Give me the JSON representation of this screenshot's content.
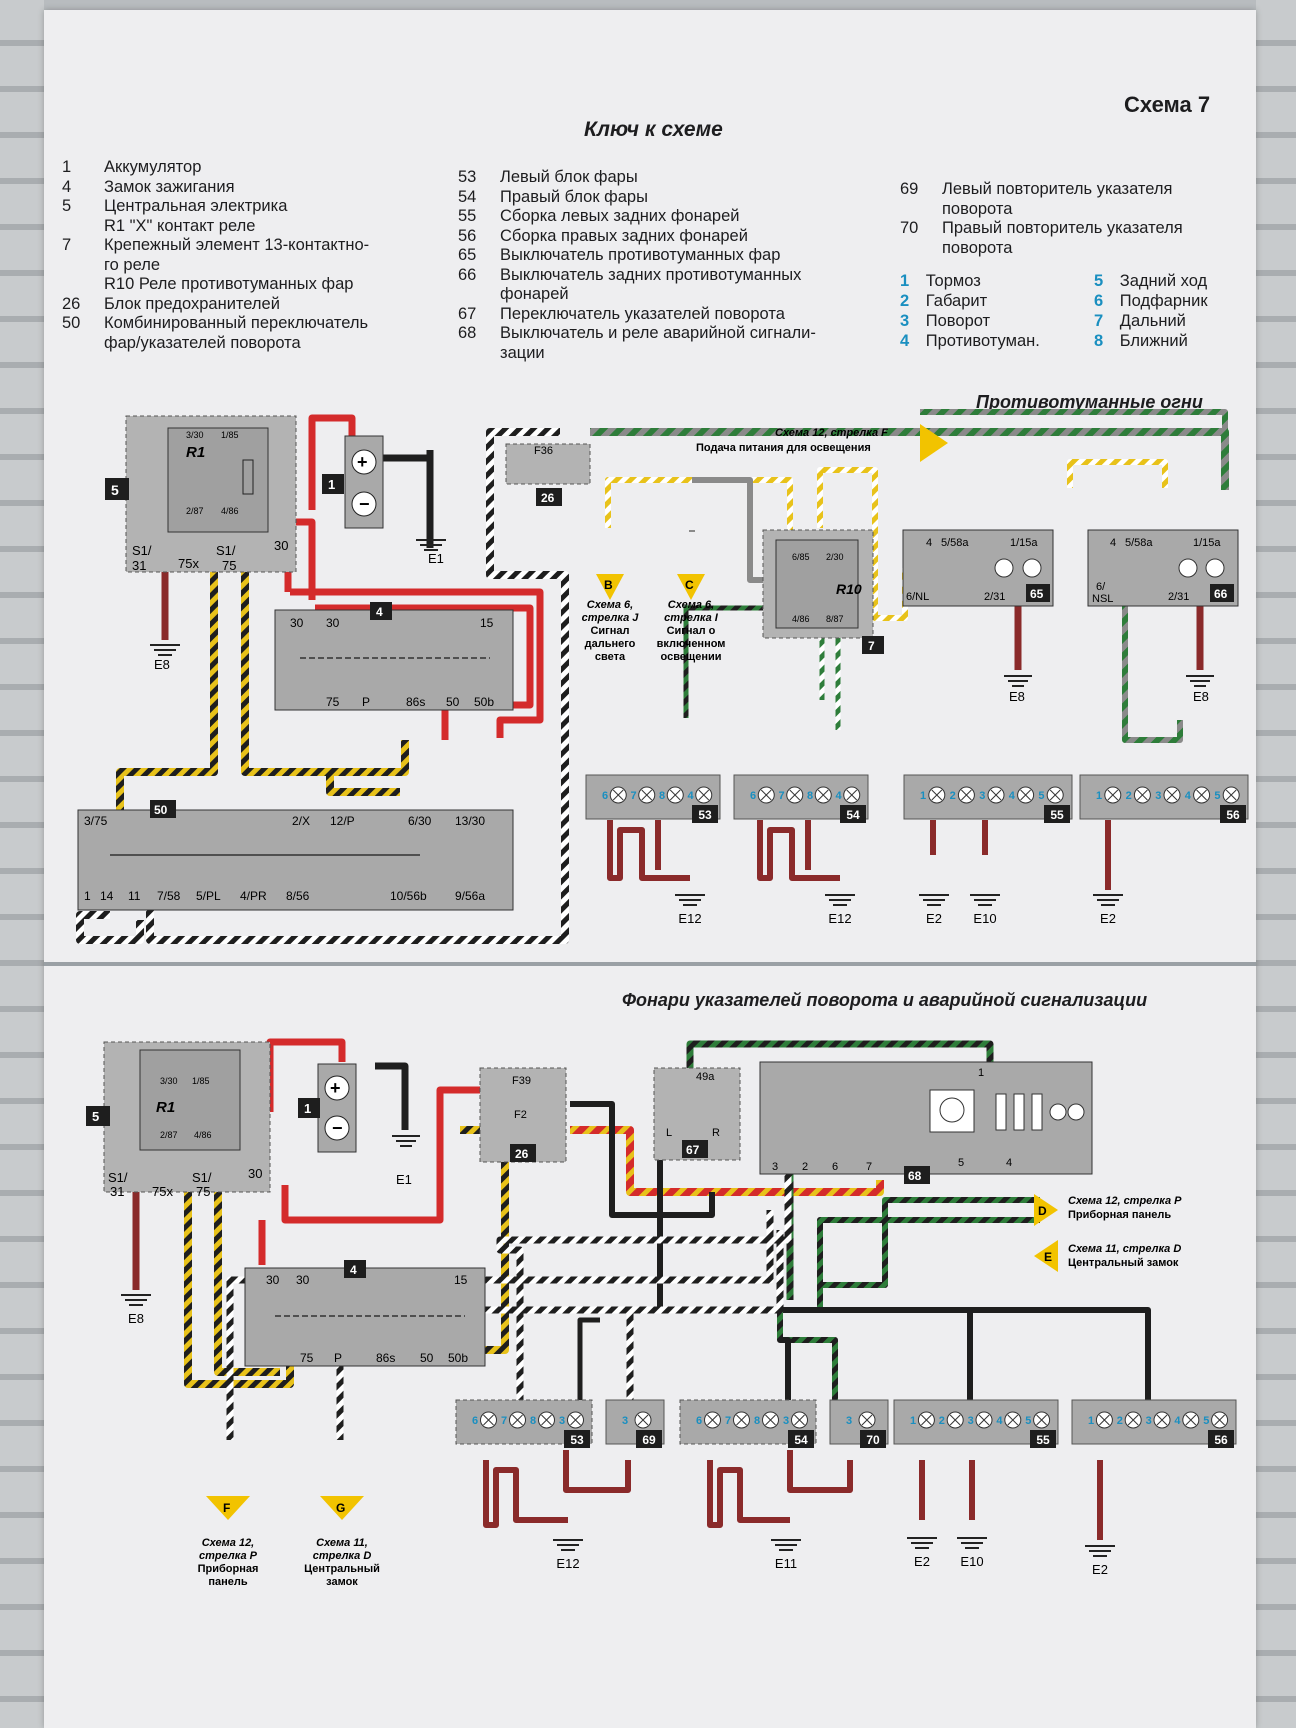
{
  "header": {
    "scheme_label": "Схема 7",
    "key_title": "Ключ к схеме"
  },
  "key": {
    "col1": [
      {
        "num": "1",
        "text": "Аккумулятор"
      },
      {
        "num": "4",
        "text": "Замок зажигания"
      },
      {
        "num": "5",
        "text": "Центральная электрика"
      },
      {
        "num": "",
        "text": "R1   \"X\" контакт реле"
      },
      {
        "num": "7",
        "text": "Крепежный элемент 13-контактно-"
      },
      {
        "num": "",
        "text": "го реле"
      },
      {
        "num": "",
        "text": "R10 Реле противотуманных фар"
      },
      {
        "num": "26",
        "text": "Блок предохранителей"
      },
      {
        "num": "50",
        "text": "Комбинированный переключатель"
      },
      {
        "num": "",
        "text": "фар/указателей поворота"
      }
    ],
    "col2": [
      {
        "num": "53",
        "text": "Левый блок фары"
      },
      {
        "num": "54",
        "text": "Правый блок фары"
      },
      {
        "num": "55",
        "text": "Сборка левых задних фонарей"
      },
      {
        "num": "56",
        "text": "Сборка правых задних фонарей"
      },
      {
        "num": "65",
        "text": "Выключатель противотуманных фар"
      },
      {
        "num": "66",
        "text": "Выключатель задних противотуманных"
      },
      {
        "num": "",
        "text": "фонарей"
      },
      {
        "num": "67",
        "text": "Переключатель указателей поворота"
      },
      {
        "num": "68",
        "text": "Выключатель и реле аварийной сигнали-"
      },
      {
        "num": "",
        "text": "зации"
      }
    ],
    "col3": [
      {
        "num": "69",
        "text": "Левый повторитель указателя"
      },
      {
        "num": "",
        "text": "поворота"
      },
      {
        "num": "70",
        "text": "Правый повторитель указателя"
      },
      {
        "num": "",
        "text": "поворота"
      }
    ],
    "bulb_legend": [
      {
        "num": "1",
        "text": "Тормоз"
      },
      {
        "num": "2",
        "text": "Габарит"
      },
      {
        "num": "3",
        "text": "Поворот"
      },
      {
        "num": "4",
        "text": "Противотуман."
      },
      {
        "num": "5",
        "text": "Задний ход"
      },
      {
        "num": "6",
        "text": "Подфарник"
      },
      {
        "num": "7",
        "text": "Дальний"
      },
      {
        "num": "8",
        "text": "Ближний"
      }
    ]
  },
  "colors": {
    "wire_red": "#d42b2b",
    "wire_black": "#1e1e1e",
    "wire_yellow": "#e8c21a",
    "wire_green": "#2e7d3a",
    "wire_grey": "#8a8a8a",
    "wire_brown": "#8a2a2a",
    "component_fill": "#a9a9a9",
    "arrow_yellow": "#f2c300",
    "legend_blue": "#1a8fc0"
  },
  "diagram1": {
    "title": "Противотуманные огни",
    "feed_note_1": "Схема 12, стрелка F",
    "feed_note_2": "Подача питания для освещения",
    "central_electrics": {
      "id": "5",
      "relay": "R1",
      "pins": [
        "3/30",
        "1/85",
        "2/87",
        "4/86"
      ],
      "terminals": [
        "S1/",
        "31",
        "75x",
        "S1/",
        "75",
        "30"
      ]
    },
    "battery": {
      "id": "1",
      "ground": "E1"
    },
    "fuse": {
      "name": "F36",
      "block": "26"
    },
    "ignition": {
      "id": "4",
      "pins_top": [
        "30",
        "30",
        "15"
      ],
      "pins_bottom": [
        "75",
        "P",
        "86s",
        "50",
        "50b"
      ]
    },
    "combo_switch": {
      "id": "50",
      "pins_top": [
        "3/75",
        "2/X",
        "12/P",
        "6/30",
        "13/30"
      ],
      "pins_bottom": [
        "1",
        "14",
        "11",
        "7/58",
        "5/PL",
        "4/PR",
        "8/56",
        "10/56b",
        "9/56a"
      ]
    },
    "relay_r10": {
      "id": "7",
      "name": "R10",
      "pins": [
        "6/85",
        "2/30",
        "4/86",
        "8/87"
      ]
    },
    "arrow_b": {
      "letter": "B",
      "lines": [
        "Схема 6,",
        "стрелка J",
        "Сигнал",
        "дальнего",
        "света"
      ]
    },
    "arrow_c": {
      "letter": "C",
      "lines": [
        "Схема 6,",
        "стрелка I",
        "Сигнал о",
        "включенном",
        "освещении"
      ]
    },
    "switch_65": {
      "id": "65",
      "pins": [
        "4",
        "5/58a",
        "1/15a",
        "6/NL",
        "2/31"
      ],
      "ground": "E8"
    },
    "switch_66": {
      "id": "66",
      "pins": [
        "4",
        "5/58a",
        "1/15a",
        "6/",
        "NSL",
        "2/31"
      ],
      "ground": "E8"
    },
    "lamps": [
      {
        "id": "53",
        "bulbs": [
          "6",
          "7",
          "8",
          "4"
        ],
        "ground": "E12"
      },
      {
        "id": "54",
        "bulbs": [
          "6",
          "7",
          "8",
          "4"
        ],
        "ground": "E12"
      },
      {
        "id": "55",
        "bulbs": [
          "1",
          "2",
          "3",
          "4",
          "5"
        ],
        "grounds": [
          "E2",
          "E10"
        ]
      },
      {
        "id": "56",
        "bulbs": [
          "1",
          "2",
          "3",
          "4",
          "5"
        ],
        "ground": "E2"
      }
    ],
    "ground_central": "E8"
  },
  "diagram2": {
    "title": "Фонари указателей поворота и аварийной сигнализации",
    "central_electrics": {
      "id": "5",
      "relay": "R1",
      "pins": [
        "3/30",
        "1/85",
        "2/87",
        "4/86"
      ],
      "terminals": [
        "S1/",
        "31",
        "75x",
        "S1/",
        "75",
        "30"
      ]
    },
    "battery": {
      "id": "1",
      "ground": "E1"
    },
    "fuses": {
      "names": [
        "F39",
        "F2"
      ],
      "block": "26"
    },
    "ignition": {
      "id": "4",
      "pins_top": [
        "30",
        "30",
        "15"
      ],
      "pins_bottom": [
        "75",
        "P",
        "86s",
        "50",
        "50b"
      ]
    },
    "turn_switch": {
      "id": "67",
      "pins": [
        "49a",
        "L",
        "R"
      ]
    },
    "hazard": {
      "id": "68",
      "pins": [
        "1",
        "3",
        "2",
        "6",
        "7",
        "5",
        "4"
      ]
    },
    "arrow_d": {
      "letter": "D",
      "lines": [
        "Схема 12, стрелка P",
        "Приборная панель"
      ]
    },
    "arrow_e": {
      "letter": "E",
      "lines": [
        "Схема 11, стрелка D",
        "Центральный замок"
      ]
    },
    "arrow_f": {
      "letter": "F",
      "lines": [
        "Схема 12,",
        "стрелка P",
        "Приборная",
        "панель"
      ]
    },
    "arrow_g": {
      "letter": "G",
      "lines": [
        "Схема 11,",
        "стрелка D",
        "Центральный",
        "замок"
      ]
    },
    "lamps": [
      {
        "id": "53",
        "bulbs": [
          "6",
          "7",
          "8",
          "3"
        ]
      },
      {
        "id": "69",
        "bulbs": [
          "3"
        ]
      },
      {
        "id": "54",
        "bulbs": [
          "6",
          "7",
          "8",
          "3"
        ]
      },
      {
        "id": "70",
        "bulbs": [
          "3"
        ]
      },
      {
        "id": "55",
        "bulbs": [
          "1",
          "2",
          "3",
          "4",
          "5"
        ]
      },
      {
        "id": "56",
        "bulbs": [
          "1",
          "2",
          "3",
          "4",
          "5"
        ]
      }
    ],
    "grounds": [
      "E8",
      "E12",
      "E11",
      "E2",
      "E10",
      "E2"
    ]
  }
}
